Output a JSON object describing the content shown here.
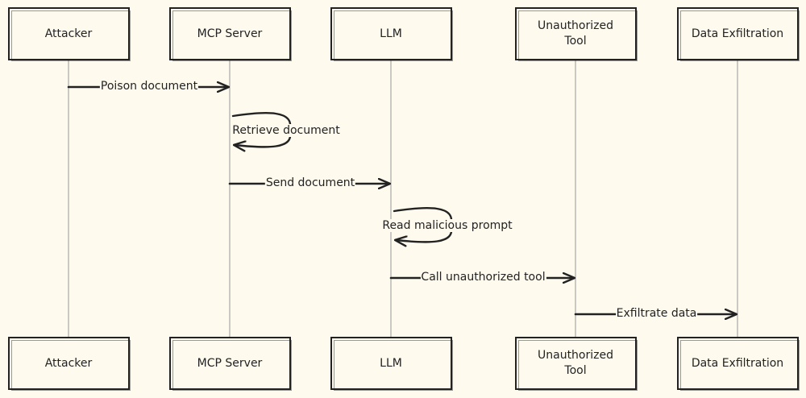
{
  "diagram": {
    "participants": [
      {
        "id": "attacker",
        "label": "Attacker"
      },
      {
        "id": "mcp",
        "label": "MCP Server"
      },
      {
        "id": "llm",
        "label": "LLM"
      },
      {
        "id": "tool",
        "label": "Unauthorized\nTool"
      },
      {
        "id": "exfil",
        "label": "Data Exfiltration"
      }
    ],
    "messages": [
      {
        "from": "attacker",
        "to": "mcp",
        "label": "Poison document"
      },
      {
        "from": "mcp",
        "to": "mcp",
        "label": "Retrieve document"
      },
      {
        "from": "mcp",
        "to": "llm",
        "label": "Send document"
      },
      {
        "from": "llm",
        "to": "llm",
        "label": "Read malicious prompt"
      },
      {
        "from": "llm",
        "to": "tool",
        "label": "Call unauthorized tool"
      },
      {
        "from": "tool",
        "to": "exfil",
        "label": "Exfiltrate data"
      }
    ],
    "colors": {
      "background": "#fefbee",
      "stroke": "#222222",
      "lifeline": "#a6a6a6"
    }
  }
}
